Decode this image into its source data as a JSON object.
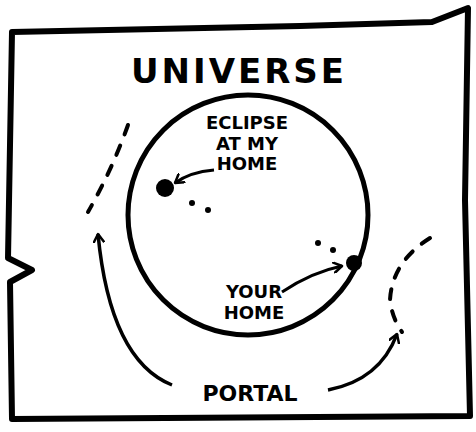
{
  "diagram": {
    "nodes": [
      {
        "text": [
          "UNIVERSE"
        ]
      }
    ],
    "labels": [
      "ECLIPSE AT MY HOME",
      "YOUR HOME",
      "PORTAL"
    ]
  }
}
